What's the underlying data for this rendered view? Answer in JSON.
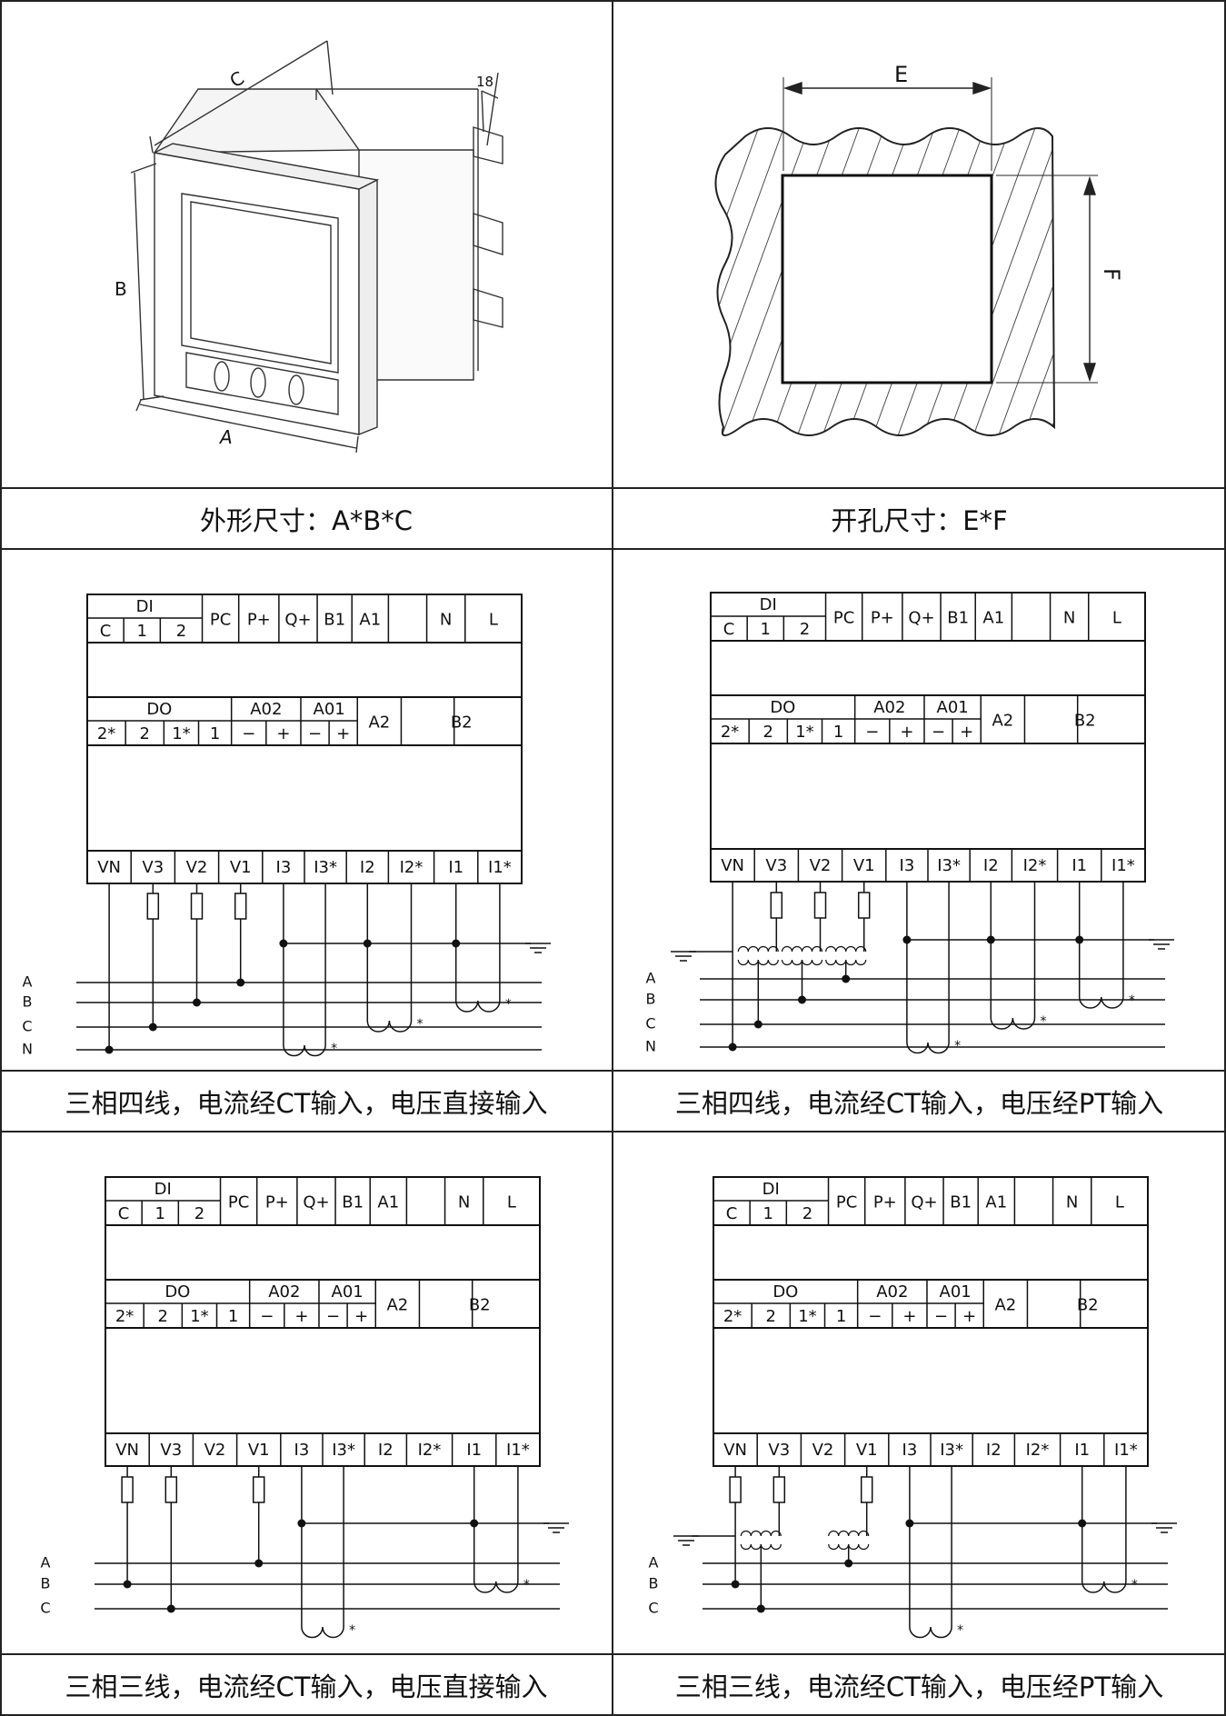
{
  "captions": {
    "outline": "外形尺寸：A*B*C",
    "cutout": "开孔尺寸：E*F",
    "w4_direct": "三相四线，电流经CT输入，电压直接输入",
    "w4_pt": "三相四线，电流经CT输入，电压经PT输入",
    "w3_direct": "三相三线，电流经CT输入，电压直接输入",
    "w3_pt": "三相三线，电流经CT输入，电压经PT输入"
  },
  "dimensions": {
    "a": "A",
    "b": "B",
    "c": "C",
    "depth": "18",
    "e": "E",
    "f": "F"
  },
  "terminal_top": {
    "di": "DI",
    "di_sub": [
      "C",
      "1",
      "2"
    ],
    "cells": [
      "PC",
      "P+",
      "Q+",
      "B1",
      "A1",
      "",
      "N",
      "L"
    ]
  },
  "terminal_mid": {
    "do": "DO",
    "do_sub": [
      "2*",
      "2",
      "1*",
      "1"
    ],
    "ao2": "A02",
    "ao1": "A01",
    "ao_sub": [
      "−",
      "+"
    ],
    "a2": "A2",
    "b2": "B2"
  },
  "terminal_bottom": [
    "VN",
    "V3",
    "V2",
    "V1",
    "I3",
    "I3*",
    "I2",
    "I2*",
    "I1",
    "I1*"
  ],
  "phases_4w": [
    "A",
    "B",
    "C",
    "N"
  ],
  "phases_3w": [
    "A",
    "B",
    "C"
  ],
  "star_mark": "*"
}
